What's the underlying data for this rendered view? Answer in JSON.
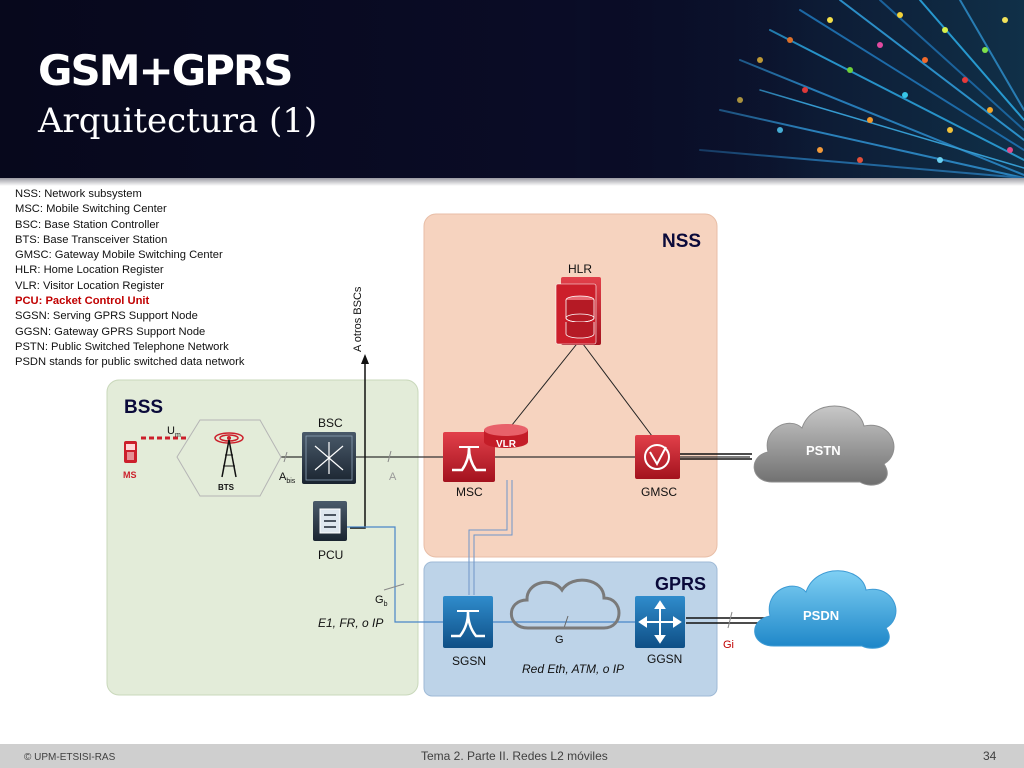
{
  "slide": {
    "title": "GSM+GPRS",
    "subtitle": "Arquitectura (1)"
  },
  "glossary": [
    {
      "text": "NSS: Network subsystem",
      "highlight": false
    },
    {
      "text": "MSC: Mobile Switching Center",
      "highlight": false
    },
    {
      "text": "BSC: Base Station Controller",
      "highlight": false
    },
    {
      "text": "BTS: Base Transceiver Station",
      "highlight": false
    },
    {
      "text": "GMSC: Gateway Mobile Switching Center",
      "highlight": false
    },
    {
      "text": "HLR: Home Location Register",
      "highlight": false
    },
    {
      "text": "VLR: Visitor Location Register",
      "highlight": false
    },
    {
      "text": "PCU: Packet Control Unit",
      "highlight": true
    },
    {
      "text": "SGSN: Serving GPRS Support Node",
      "highlight": false
    },
    {
      "text": "GGSN: Gateway GPRS Support Node",
      "highlight": false
    },
    {
      "text": "PSTN: Public Switched Telephone Network",
      "highlight": false
    },
    {
      "text": "PSDN stands for public switched data network",
      "highlight": false
    }
  ],
  "regions": {
    "bss": "BSS",
    "nss": "NSS",
    "gprs": "GPRS"
  },
  "nodes": {
    "ms": "MS",
    "bts": "BTS",
    "bsc": "BSC",
    "pcu": "PCU",
    "msc": "MSC",
    "vlr": "VLR",
    "hlr": "HLR",
    "gmsc": "GMSC",
    "sgsn": "SGSN",
    "ggsn": "GGSN",
    "pstn": "PSTN",
    "psdn": "PSDN"
  },
  "interfaces": {
    "um_main": "U",
    "um_sub": "m",
    "abis_main": "A",
    "abis_sub": "bis",
    "a": "A",
    "gb_main": "G",
    "gb_sub": "b",
    "g": "G",
    "gi": "Gi",
    "other_bscs": "A otros BSCs",
    "bss_transport": "E1, FR, o IP",
    "gprs_transport": "Red Eth, ATM, o IP"
  },
  "footer": {
    "copyright": "© UPM-ETSISI-RAS",
    "course": "Tema 2. Parte II. Redes L2 móviles",
    "page": "34"
  },
  "colors": {
    "bss_region": "#e3ecd9",
    "nss_region": "#f6d3bf",
    "gprs_region": "#bdd3e8",
    "cisco_red": "#cc1f2b",
    "cisco_blue": "#1b6fa6",
    "highlight_red": "#c00000"
  }
}
